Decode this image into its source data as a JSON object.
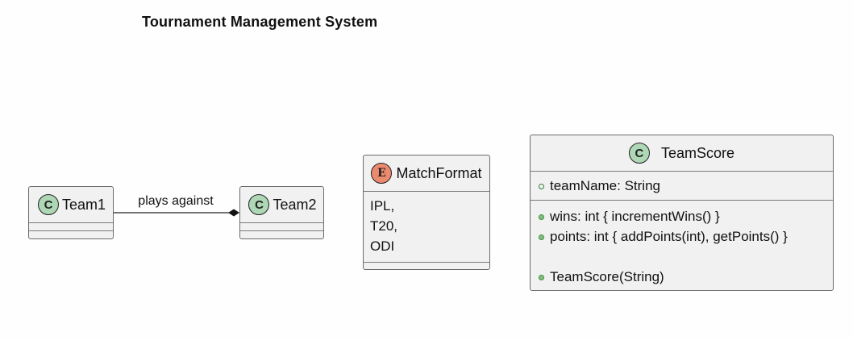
{
  "diagram": {
    "title": "Tournament Management System",
    "relation": {
      "label": "plays against",
      "from": "Team1",
      "to": "Team2",
      "kind": "composition"
    },
    "classes": {
      "team1": {
        "badge": "C",
        "name": "Team1"
      },
      "team2": {
        "badge": "C",
        "name": "Team2"
      },
      "match_format": {
        "badge": "E",
        "name": "MatchFormat",
        "literals": [
          "IPL,",
          "T20,",
          "ODI"
        ]
      },
      "team_score": {
        "badge": "C",
        "name": "TeamScore",
        "fields": [
          {
            "text": "teamName: String",
            "visibility": "open"
          }
        ],
        "members": [
          {
            "text": "wins: int { incrementWins() }",
            "visibility": "public"
          },
          {
            "text": "points: int { addPoints(int), getPoints() }",
            "visibility": "public"
          }
        ],
        "constructors": [
          {
            "text": "TeamScore(String)",
            "visibility": "public"
          }
        ]
      }
    },
    "colors": {
      "class_badge": "#aed7b5",
      "enum_badge": "#ec8a6f",
      "box_fill": "#f1f1f1",
      "border": "#6b6b6b"
    }
  }
}
